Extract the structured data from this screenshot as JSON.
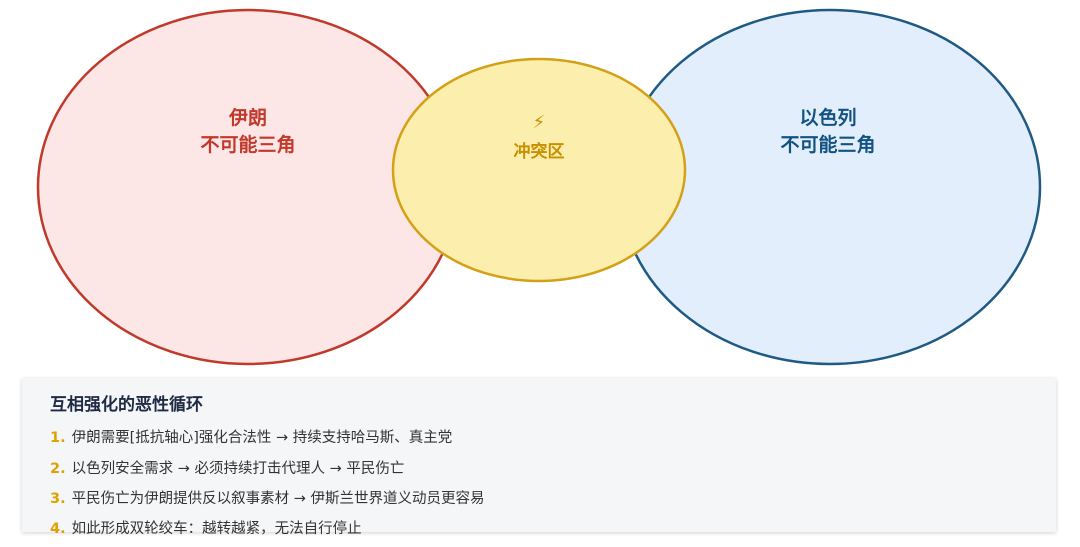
{
  "colors": {
    "iran_stroke": "#c0392b",
    "iran_fill": "#fde6e6",
    "israel_stroke": "#1e5a84",
    "israel_fill": "#e3eefc",
    "conflict_stroke": "#d4a017",
    "conflict_fill": "#fcefae",
    "iran_text": "#c0392b",
    "israel_text": "#135382",
    "conflict_text": "#c98f00",
    "list_number": "#e0a100"
  },
  "diagram": {
    "iran": {
      "line1": "伊朗",
      "line2": "不可能三角"
    },
    "israel": {
      "line1": "以色列",
      "line2": "不可能三角"
    },
    "conflict": {
      "icon": "lightning-icon",
      "icon_glyph": "⚡",
      "label": "冲突区"
    }
  },
  "panel": {
    "title": "互相强化的恶性循环",
    "items": [
      {
        "num": "1.",
        "text": "伊朗需要[抵抗轴心]强化合法性 → 持续支持哈马斯、真主党"
      },
      {
        "num": "2.",
        "text": "以色列安全需求 → 必须持续打击代理人 → 平民伤亡"
      },
      {
        "num": "3.",
        "text": "平民伤亡为伊朗提供反以叙事素材 → 伊斯兰世界道义动员更容易"
      },
      {
        "num": "4.",
        "text": "如此形成双轮绞车：越转越紧，无法自行停止"
      }
    ]
  }
}
